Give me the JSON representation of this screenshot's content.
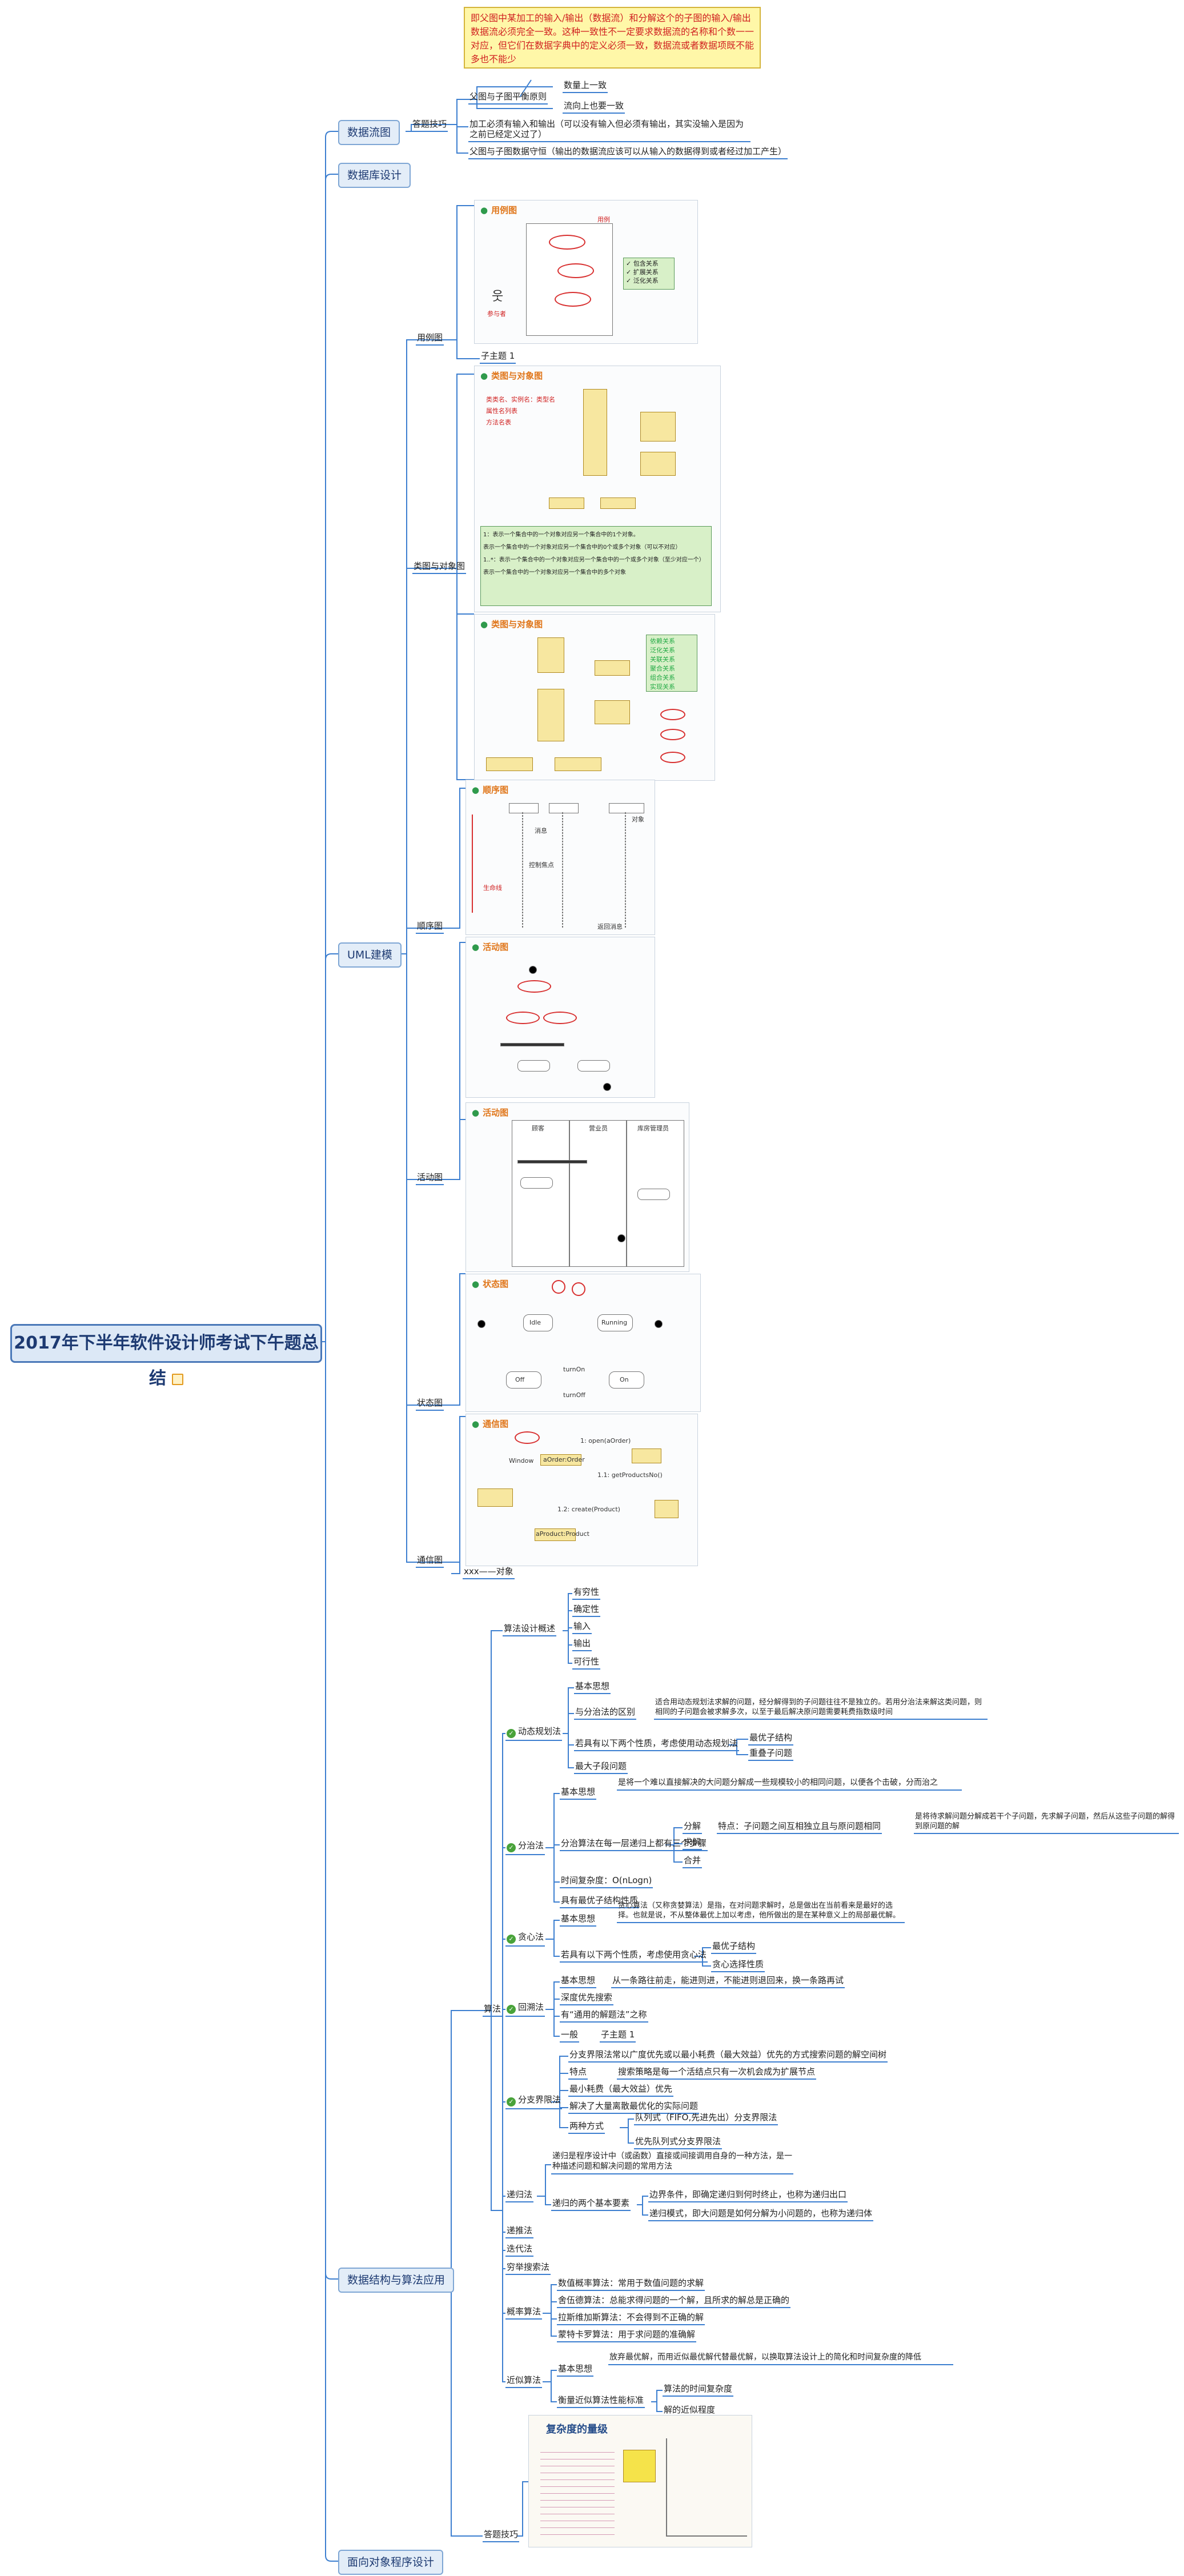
{
  "root": {
    "title": "2017年下半年软件设计师考试下午题总结"
  },
  "note": {
    "text": "即父图中某加工的输入/输出（数据流）和分解这个的子图的输入/输出数据流必须完全一致。这种一致性不一定要求数据流的名称和个数一一对应，但它们在数据字典中的定义必须一致，数据流或者数据项既不能多也不能少"
  },
  "branches": {
    "dataflow": "数据流图",
    "database": "数据库设计",
    "uml": "UML建模",
    "algo": "数据结构与算法应用",
    "oop": "面向对象程序设计"
  },
  "dataflow": {
    "tips": "答题技巧",
    "balance": "父图与子图平衡原则",
    "balance_items": [
      "数量上一致",
      "流向上也要一致"
    ],
    "rule2": "加工必须有输入和输出（可以没有输入但必须有输出，其实没输入是因为之前已经定义过了）",
    "rule3": "父图与子图数据守恒（输出的数据流应该可以从输入的数据得到或者经过加工产生）"
  },
  "uml": {
    "usecase": "用例图",
    "subtopic": "子主题 1",
    "classobj": "类图与对象图",
    "sequence": "顺序图",
    "activity": "活动图",
    "state": "状态图",
    "communication": "通信图",
    "xxx": "xxx——对象"
  },
  "images": {
    "usecase_cap": "用例图",
    "usecase_checks": [
      "包含关系",
      "扩展关系",
      "泛化关系"
    ],
    "usecase_actor": "参与者",
    "usecase_label": "用例",
    "class1_cap": "类图与对象图",
    "class1_legend": [
      "类类名、实例名：类型名",
      "属性名列表",
      "方法名表"
    ],
    "class1_lines": [
      "1：表示一个集合中的一个对象对应另一个集合中的1个对象。",
      "表示一个集合中的一个对象对应另一个集合中的0个或多个对象（可以不对应）",
      "1..*：表示一个集合中的一个对象对应另一个集合中的一个或多个对象（至少对应一个）",
      "表示一个集合中的一个对象对应另一个集合中的多个对象"
    ],
    "class2_cap": "类图与对象图",
    "class2_rel": [
      "依赖关系",
      "泛化关系",
      "关联关系",
      "聚合关系",
      "组合关系",
      "实现关系"
    ],
    "seq_cap": "顺序图",
    "seq_labels": [
      "对象",
      "消息",
      "生命线",
      "控制焦点",
      "返回消息"
    ],
    "act1_cap": "活动图",
    "act2_cap": "活动图",
    "act2_lanes": [
      "顾客",
      "营业员",
      "库房管理员"
    ],
    "state_cap": "状态图",
    "state_labels": [
      "Off",
      "On",
      "Idle",
      "Running",
      "turnOn",
      "turnOff"
    ],
    "comm_cap": "通信图",
    "comm_labels": [
      "Window",
      "aOrder:Order",
      "1: open(aOrder)",
      "1.1: getProductsNo()",
      "1.2: create(Product)",
      "aProduct:Product"
    ],
    "complex_title": "复杂度的量级"
  },
  "algo": {
    "overview": "算法设计概述",
    "features": [
      "有穷性",
      "确定性",
      "输入",
      "输出",
      "可行性"
    ],
    "algorithms": "算法",
    "dp": "动态规划法",
    "dp_idea": "基本思想",
    "dp_diff": "与分治法的区别",
    "dp_diff_text": "适合用动态规划法求解的问题，经分解得到的子问题往往不是独立的。若用分治法来解这类问题，则相同的子问题会被求解多次，以至于最后解决原问题需要耗费指数级时间",
    "dp_cond": "若具有以下两个性质，考虑使用动态规划法",
    "dp_cond_items": [
      "最优子结构",
      "重叠子问题"
    ],
    "dp_lcs": "最大子段问题",
    "dc": "分治法",
    "dc_idea": "基本思想",
    "dc_idea_text": "是将一个难以直接解决的大问题分解成一些规模较小的相同问题，以便各个击破，分而治之",
    "dc_steps": "分治算法在每一层递归上都有三个步骤",
    "dc_decompose": "分解",
    "dc_feature": "特点：子问题之间互相独立且与原问题相同",
    "dc_decompose_text": "是将待求解问题分解成若干个子问题，先求解子问题，然后从这些子问题的解得到原问题的解",
    "dc_solve": "求解",
    "dc_merge": "合并",
    "dc_time": "时间复杂度：O(nLogn)",
    "dc_opt": "具有最优子结构性质",
    "greedy": "贪心法",
    "greedy_idea": "基本思想",
    "greedy_idea_text": "贪心算法（又称贪婪算法）是指，在对问题求解时，总是做出在当前看来是最好的选择。也就是说，不从整体最优上加以考虑，他所做出的是在某种意义上的局部最优解。",
    "greedy_cond": "若具有以下两个性质，考虑使用贪心法",
    "greedy_cond_items": [
      "最优子结构",
      "贪心选择性质"
    ],
    "backtrack": "回溯法",
    "bt_idea": "基本思想",
    "bt_idea_text": "从一条路往前走，能进则进，不能进则退回来，换一条路再试",
    "bt_dfs": "深度优先搜索",
    "bt_general": "有“通用的解题法”之称",
    "bt_sub": "一般",
    "bt_sub1": "子主题 1",
    "bb": "分支界限法",
    "bb_1": "分支界限法常以广度优先或以最小耗费（最大效益）优先的方式搜索问题的解空间树",
    "bb_2": "特点",
    "bb_2t": "搜索策略是每一个活结点只有一次机会成为扩展节点",
    "bb_3": "最小耗费（最大效益）优先",
    "bb_4": "解决了大量离散最优化的实际问题",
    "bb_5": "两种方式",
    "bb_5a": "队列式（FIFO,先进先出）分支界限法",
    "bb_5b": "优先队列式分支界限法",
    "recursion": "递归法",
    "rec_def": "递归是程序设计中（或函数）直接或间接调用自身的一种方法，是一种描述问题和解决问题的常用方法",
    "rec_elements": "递归的两个基本要素",
    "rec_e1": "边界条件，即确定递归到何时终止，也称为递归出口",
    "rec_e2": "递归模式，即大问题是如何分解为小问题的，也称为递归体",
    "recurse": "递推法",
    "iter": "迭代法",
    "brute": "穷举搜索法",
    "prob": "概率算法",
    "prob_items": [
      "数值概率算法：常用于数值问题的求解",
      "舍伍德算法：总能求得问题的一个解，且所求的解总是正确的",
      "拉斯维加斯算法：不会得到不正确的解",
      "蒙特卡罗算法：用于求问题的准确解"
    ],
    "approx": "近似算法",
    "ap_idea": "基本思想",
    "ap_idea_text": "放弃最优解，而用近似最优解代替最优解，以换取算法设计上的简化和时间复杂度的降低",
    "ap_criteria": "衡量近似算法性能标准",
    "ap_c1": "算法的时间复杂度",
    "ap_c2": "解的近似程度",
    "tips": "答题技巧"
  }
}
